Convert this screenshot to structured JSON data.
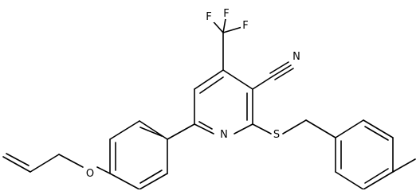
{
  "molecule": {
    "atoms": {
      "F1": "F",
      "F2": "F",
      "F3": "F",
      "N_nitrile": "N",
      "N_pyridine": "N",
      "S": "S",
      "O": "O"
    }
  }
}
